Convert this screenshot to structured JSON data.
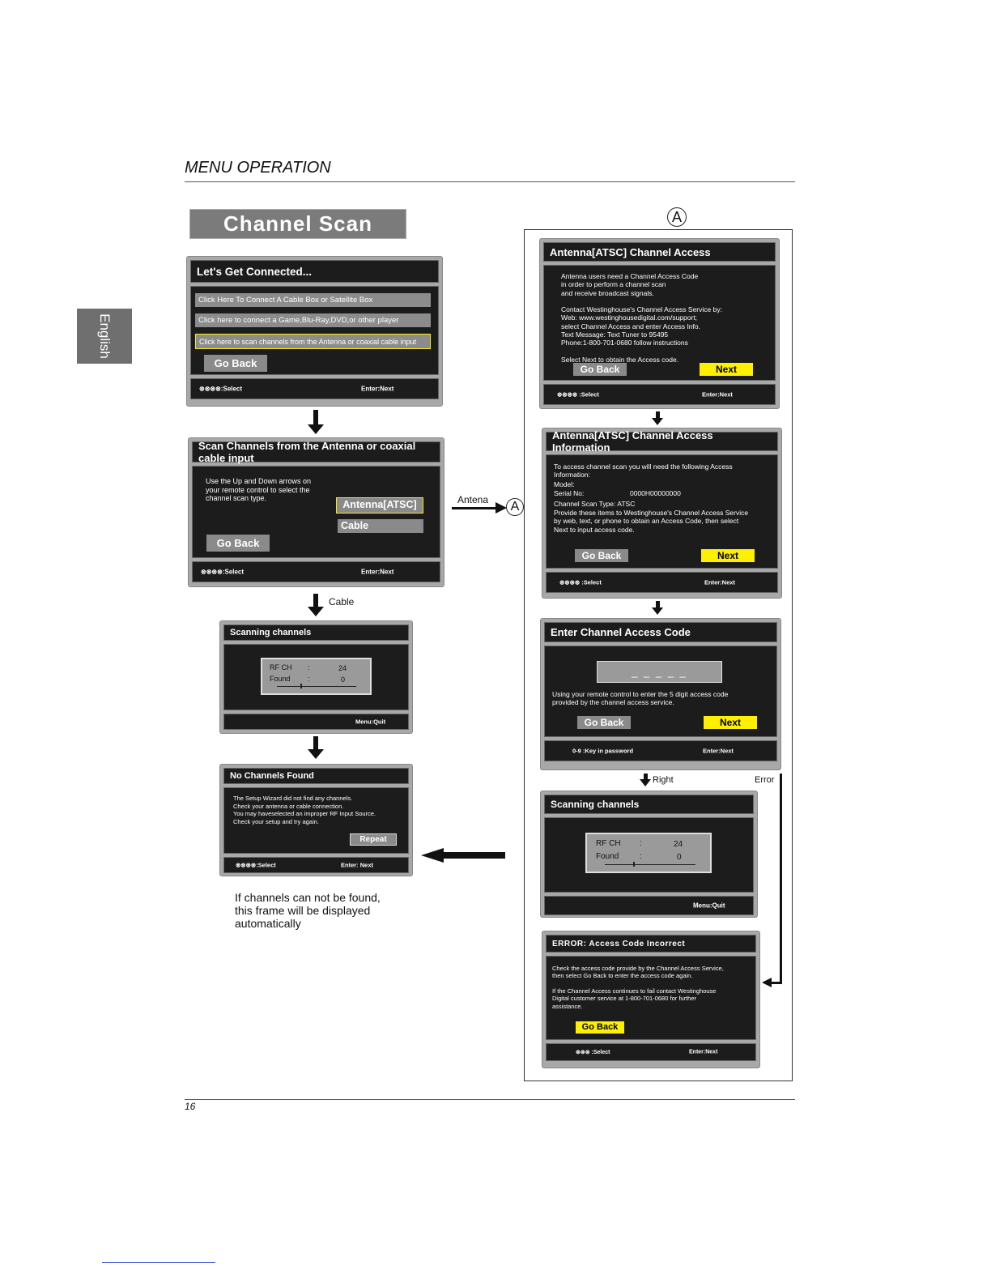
{
  "header": {
    "title": "MENU OPERATION",
    "page_number": "16"
  },
  "side_tab": {
    "label": "English"
  },
  "section_title": "Channel Scan",
  "marker_a": "A",
  "flow_labels": {
    "antena": "Antena",
    "cable": "Cable",
    "right": "Right",
    "error": "Error"
  },
  "screen1": {
    "title": "Let's Get Connected...",
    "items": [
      "Click Here To Connect A Cable Box or Satellite Box",
      "Click here to connect a Game,Blu-Ray,DVD,or other player",
      "Click here to scan channels from the Antenna or coaxial cable input"
    ],
    "go_back": "Go Back",
    "foot_left": "⊗⊗⊗⊗:Select",
    "foot_right": "Enter:Next"
  },
  "screen2": {
    "title": "Scan Channels from the Antenna or coaxial cable input",
    "instructions": "Use the Up and Down arrows on\nyour remote control to select the\nchannel scan type.",
    "opt1": "Antenna[ATSC]",
    "opt2": "Cable",
    "go_back": "Go Back",
    "foot_left": "⊗⊗⊗⊗:Select",
    "foot_right": "Enter:Next"
  },
  "screen3": {
    "title": "Scanning channels",
    "rf_label": "RF CH",
    "rf_value": "24",
    "found_label": "Found",
    "found_value": "0",
    "colon": ":",
    "foot_right": "Menu:Quit"
  },
  "screen4": {
    "title": "No Channels Found",
    "text": "The Setup Wizard did not find any channels.\nCheck your antenna or cable connection.\nYou may haveselected an improper RF Input Source.\nCheck your setup and try again.",
    "repeat": "Repeat",
    "foot_left": "⊗⊗⊗⊗:Select",
    "foot_right": "Enter: Next"
  },
  "note": "If channels can not be found,\nthis frame will be displayed\nautomatically",
  "screenA1": {
    "title": "Antenna[ATSC] Channel Access",
    "text": "Antenna users need a Channel Access Code\nin order to perform a channel scan\nand receive broadcast signals.\n\nContact  Westinghouse's Channel Access Service by:\nWeb: www.westinghousedigital.com/support;\nselect Channel Access and enter Access Info.\nText Message: Text Tuner to 95495\nPhone:1-800-701-0680 follow instructions\n\nSelect Next to obtain the Access code.",
    "go_back": "Go Back",
    "next": "Next",
    "foot_left": "⊗⊗⊗⊗ :Select",
    "foot_right": "Enter:Next"
  },
  "screenA2": {
    "title": "Antenna[ATSC] Channel Access Information",
    "intro": "To  access channel scan you will need the following Access\nInformation:",
    "model_label": "Model:",
    "serial_label": "Serial No:",
    "serial_value": "0000H00000000",
    "scan_type": "Channel Scan Type: ATSC",
    "outro": "Provide these items to Westinghouse's Channel Access Service\nby web, text, or phone to obtain an Access Code, then select\nNext to input access code.",
    "go_back": "Go Back",
    "next": "Next",
    "foot_left": "⊗⊗⊗⊗ :Select",
    "foot_right": "Enter:Next"
  },
  "screenA3": {
    "title": "Enter Channel Access Code",
    "code": "_ _ _ _ _",
    "text": "Using your remote control to enter the 5 digit access code\nprovided by the channel access service.",
    "go_back": "Go Back",
    "next": "Next",
    "foot_left": "0-9 :Key  in  password",
    "foot_right": "Enter:Next"
  },
  "screenA4": {
    "title": "Scanning channels",
    "rf_label": "RF CH",
    "rf_value": "24",
    "found_label": "Found",
    "found_value": "0",
    "colon": ":",
    "foot_right": "Menu:Quit"
  },
  "screenA5": {
    "title": "ERROR: Access Code Incorrect",
    "text1": "Check the access code provide by the Channel Access Service,\nthen select Go Back to enter the access code again.",
    "text2": "If the Channel Access continues to fail contact Westinghouse\nDigital customer service at 1-800-701-0680 for further\nassistance.",
    "go_back": "Go Back",
    "foot_left": "⊗⊗⊗ :Select",
    "foot_right": "Enter:Next"
  }
}
